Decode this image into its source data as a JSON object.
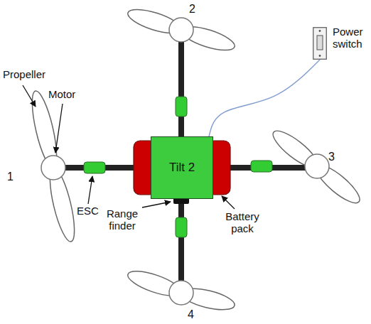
{
  "diagram": {
    "nodes": [
      {
        "text": [
          "Tilt 2"
        ]
      },
      {
        "text": [
          "Power switch"
        ]
      }
    ],
    "edges": [
      {
        "from": 0,
        "to": 1,
        "arrow": "none"
      }
    ],
    "labels": [
      "Propeller",
      "Motor",
      "1",
      "2",
      "3",
      "4",
      "ESC",
      "Range finder",
      "Battery pack"
    ]
  }
}
